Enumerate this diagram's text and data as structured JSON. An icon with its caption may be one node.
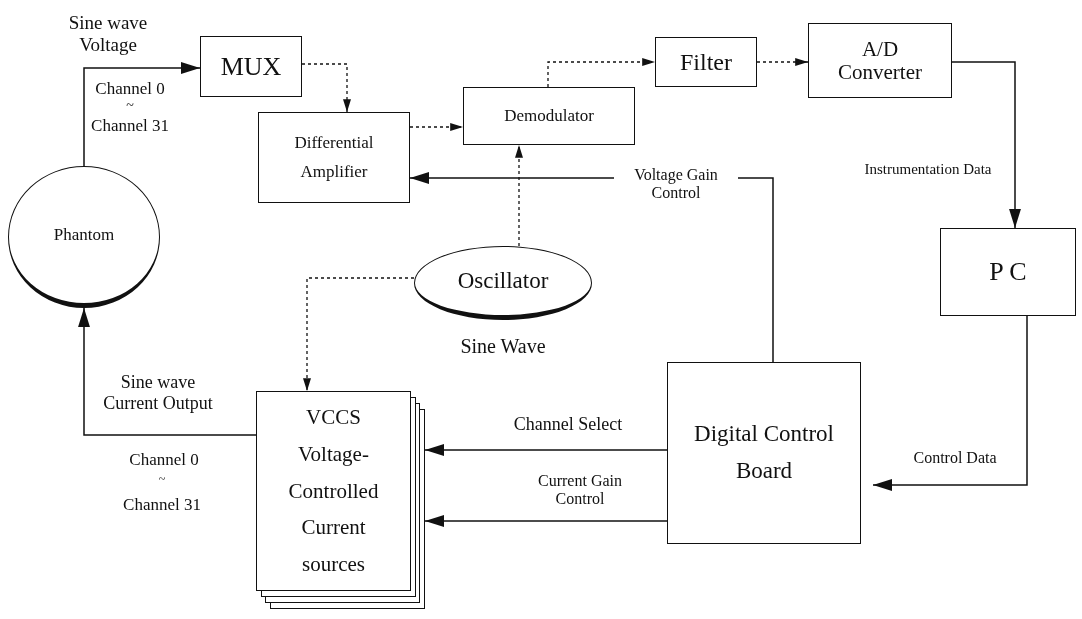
{
  "diagram": {
    "nodes": [
      {
        "text": [
          "Phantom"
        ]
      },
      {
        "text": [
          "MUX"
        ]
      },
      {
        "text": [
          "Differential Amplifier"
        ]
      },
      {
        "text": [
          "Demodulator"
        ]
      },
      {
        "text": [
          "Filter"
        ]
      },
      {
        "text": [
          "A/D Converter"
        ]
      },
      {
        "text": [
          "P C"
        ]
      },
      {
        "text": [
          "Oscillator"
        ],
        "beside": [
          "Sine Wave"
        ]
      },
      {
        "text": [
          "Digital Control Board"
        ]
      },
      {
        "text": [
          "VCCS Voltage-Controlled Current sources"
        ]
      }
    ],
    "edges": [
      {
        "from": 0,
        "to": 1,
        "arrow": "to",
        "label": "Sine wave Voltage"
      },
      {
        "from": 1,
        "to": 2,
        "arrow": "to",
        "style": "dashed"
      },
      {
        "from": 2,
        "to": 3,
        "arrow": "to",
        "style": "dashed"
      },
      {
        "from": 3,
        "to": 4,
        "arrow": "to",
        "style": "dashed"
      },
      {
        "from": 4,
        "to": 5,
        "arrow": "to",
        "style": "dashed"
      },
      {
        "from": 5,
        "to": 6,
        "arrow": "to",
        "label": "Instrumentation Data"
      },
      {
        "from": 6,
        "to": 8,
        "arrow": "to",
        "label": "Control Data"
      },
      {
        "from": 8,
        "to": 2,
        "arrow": "to",
        "label": "Voltage Gain Control"
      },
      {
        "from": 7,
        "to": 3,
        "arrow": "to",
        "style": "dashed"
      },
      {
        "from": 7,
        "to": 9,
        "arrow": "to",
        "style": "dashed"
      },
      {
        "from": 8,
        "to": 9,
        "arrow": "to",
        "label": "Channel Select"
      },
      {
        "from": 8,
        "to": 9,
        "arrow": "to",
        "label": "Current Gain Control"
      },
      {
        "from": 9,
        "to": 0,
        "arrow": "to",
        "label": "Sine wave Current Output"
      }
    ],
    "labels": [
      "Channel 0",
      "~",
      "Channel 31",
      "Channel 0",
      "~",
      "Channel 31"
    ]
  }
}
